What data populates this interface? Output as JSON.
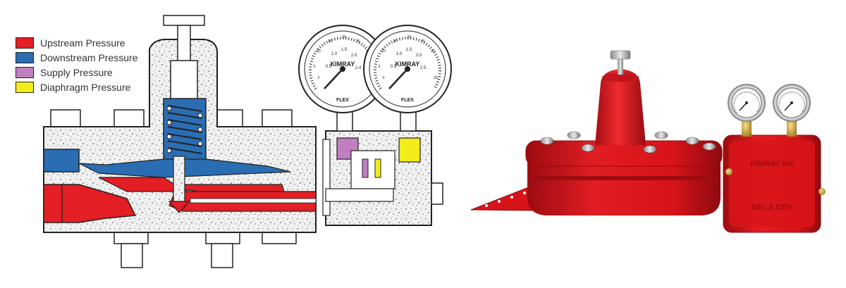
{
  "legend": {
    "items": [
      {
        "label": "Upstream Pressure",
        "color": "#e31e24"
      },
      {
        "label": "Downstream Pressure",
        "color": "#2a6db3"
      },
      {
        "label": "Supply Pressure",
        "color": "#c07fc0"
      },
      {
        "label": "Diaphragm Pressure",
        "color": "#f2ec1b"
      }
    ]
  },
  "gauges": {
    "left": {
      "brand": "KIMRAY",
      "scale_a": [
        "0.5",
        "1.0",
        "1.5",
        "2.0",
        "2.4"
      ],
      "scale_b": [
        "0",
        "5",
        "10",
        "15",
        "20",
        "25",
        "30",
        "35"
      ]
    },
    "right": {
      "brand": "KIMRAY",
      "scale_a": [
        "0.5",
        "1.0",
        "1.5",
        "2.0",
        "2.5"
      ],
      "scale_b": [
        "0",
        "5",
        "10",
        "15",
        "20",
        "25",
        "30",
        "35"
      ]
    },
    "footer": "FLEX"
  },
  "photo": {
    "plate_text_1": "KIMRAY INC",
    "plate_text_2": "OKLA CITY",
    "body_color": "#d8141a"
  }
}
